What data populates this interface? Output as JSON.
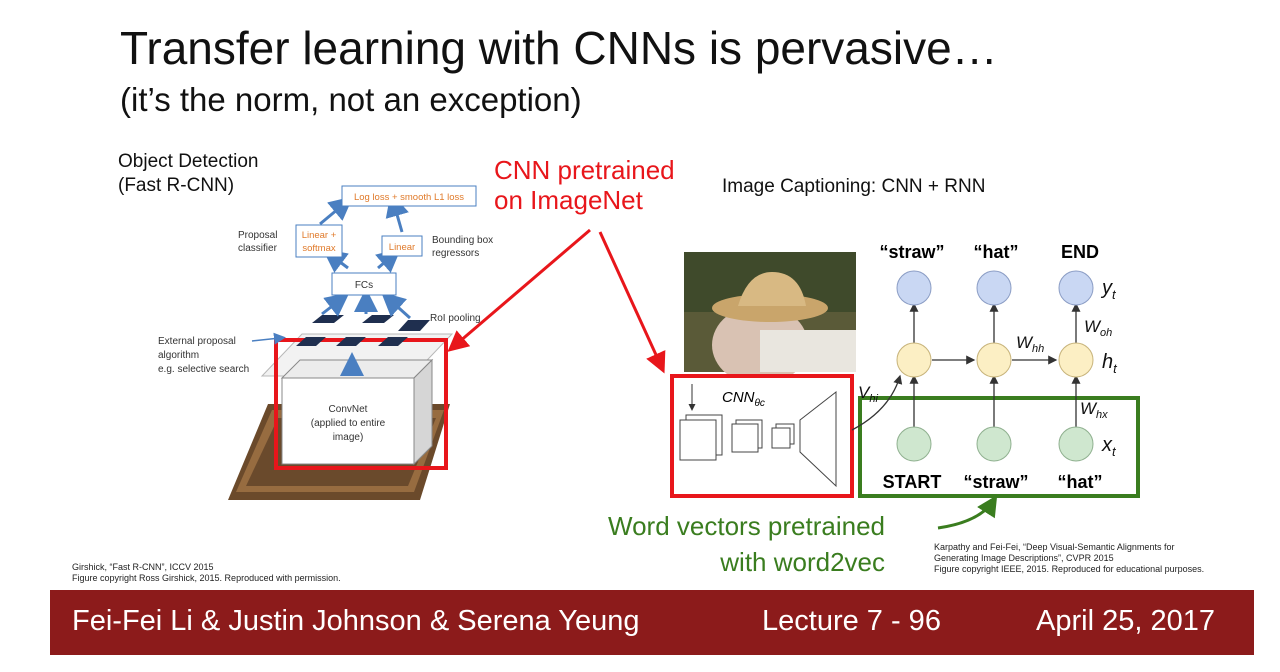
{
  "slide": {
    "title": "Transfer learning with CNNs is pervasive…",
    "subtitle": "(it’s the norm, not an exception)"
  },
  "object_detection": {
    "title_line1": "Object Detection",
    "title_line2": "(Fast R-CNN)",
    "loss_box": "Log loss + smooth L1 loss",
    "proposal_classifier_line1": "Proposal",
    "proposal_classifier_line2": "classifier",
    "linear_softmax_line1": "Linear +",
    "linear_softmax_line2": "softmax",
    "linear": "Linear",
    "bbox_regressors_line1": "Bounding box",
    "bbox_regressors_line2": "regressors",
    "fcs": "FCs",
    "roi_pooling": "RoI pooling",
    "external_proposal_line1": "External proposal",
    "external_proposal_line2": "algorithm",
    "external_proposal_line3": "e.g. selective search",
    "convnet_line1": "ConvNet",
    "convnet_line2": "(applied to entire",
    "convnet_line3": "image)"
  },
  "annotations": {
    "cnn_pretrained_line1": "CNN pretrained",
    "cnn_pretrained_line2": "on ImageNet",
    "word_vectors_line1": "Word vectors pretrained",
    "word_vectors_line2": "with word2vec"
  },
  "captioning": {
    "title": "Image Captioning: CNN + RNN",
    "outputs": [
      "“straw”",
      "“hat”",
      "END"
    ],
    "inputs": [
      "START",
      "“straw”",
      "“hat”"
    ],
    "cnn_label": "CNN",
    "cnn_sub": "θc",
    "y_label": "y",
    "y_sub": "t",
    "h_label": "h",
    "h_sub": "t",
    "x_label": "x",
    "x_sub": "t",
    "w_hh": "W",
    "w_hh_sub": "hh",
    "w_oh": "W",
    "w_oh_sub": "oh",
    "w_hx": "W",
    "w_hx_sub": "hx",
    "v_hi": "V",
    "v_hi_sub": "hi"
  },
  "citations": {
    "left_line1": "Girshick, “Fast R-CNN”, ICCV 2015",
    "left_line2": "Figure copyright Ross Girshick, 2015. Reproduced with permission.",
    "right_line1": "Karpathy and Fei-Fei, “Deep Visual-Semantic Alignments for",
    "right_line2": "Generating Image Descriptions”, CVPR 2015",
    "right_line3": "Figure copyright IEEE, 2015. Reproduced for educational purposes."
  },
  "footer": {
    "authors": "Fei-Fei Li & Justin Johnson & Serena Yeung",
    "lecture": "Lecture 7 - 96",
    "date": "April 25, 2017"
  },
  "colors": {
    "footer_bg": "#8c1b1b",
    "red": "#e8161b",
    "green": "#3a7d1f",
    "blue_node": "#c9d7f3",
    "yellow_node": "#fcefc4",
    "green_node": "#cfe7cf"
  }
}
